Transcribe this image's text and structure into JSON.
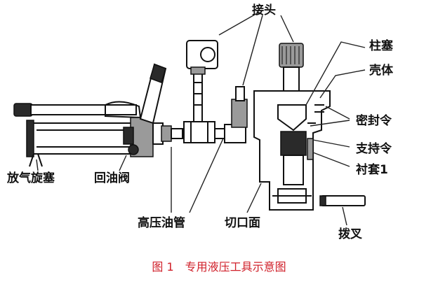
{
  "labels": {
    "joint": "接头",
    "plunger": "柱塞",
    "shell": "壳体",
    "seal": "密封令",
    "support": "支持令",
    "bushing": "衬套1",
    "vent_plug": "放气旋塞",
    "return_valve": "回油阀",
    "hp_hose": "高压油管",
    "cut_face": "切口面",
    "fork": "拨叉"
  },
  "caption": "图 1　专用液压工具示意图",
  "colors": {
    "caption": "#d0202a",
    "ink": "#111111"
  }
}
